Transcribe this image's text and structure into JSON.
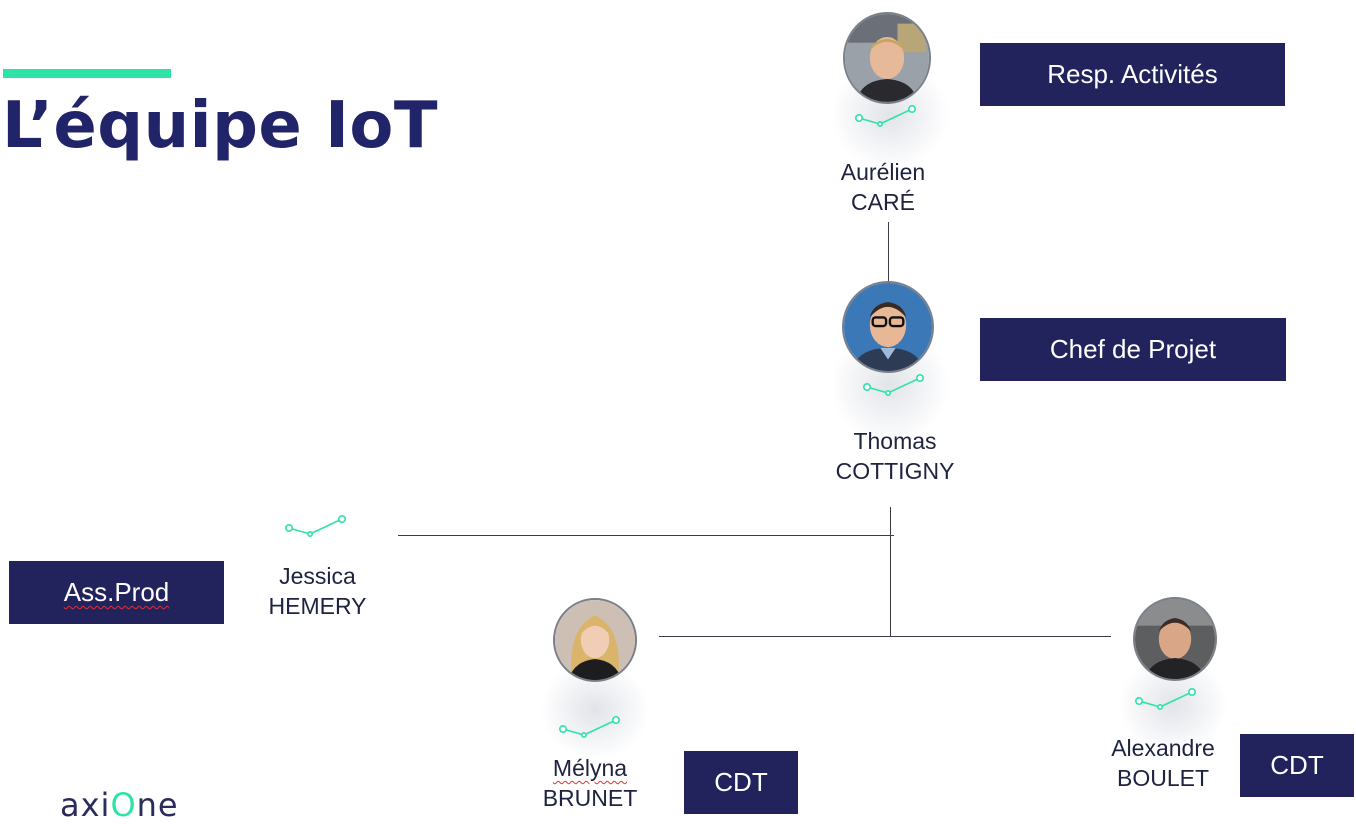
{
  "slide": {
    "title": "L’équipe IoT",
    "accent_color": "#2fe3a6",
    "brand_color": "#22235d"
  },
  "people": {
    "aurelien": {
      "first": "Aurélien",
      "last": "CARÉ",
      "role": "Resp. Activités"
    },
    "thomas": {
      "first": "Thomas",
      "last": "COTTIGNY",
      "role": "Chef de Projet"
    },
    "jessica": {
      "first": "Jessica",
      "last": "HEMERY",
      "role": "Ass.Prod"
    },
    "melyna": {
      "first": "Mélyna",
      "last": "BRUNET",
      "role": "CDT"
    },
    "alexandre": {
      "first": "Alexandre",
      "last": "BOULET",
      "role": "CDT"
    }
  },
  "logo": {
    "pre": "axi",
    "o": "O",
    "post": "ne"
  },
  "icons": [
    "avatar-photo",
    "connection-dots-icon"
  ]
}
